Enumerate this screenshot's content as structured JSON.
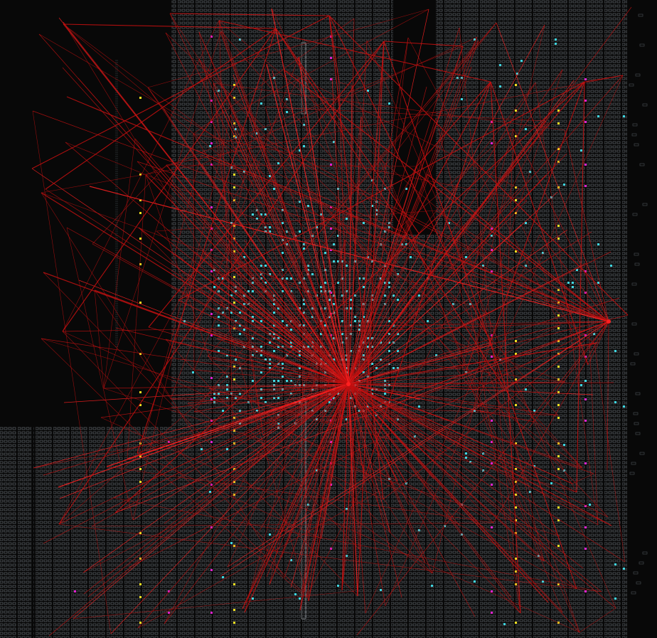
{
  "app": {
    "view": "device",
    "background_color": "#080808"
  },
  "legend": {
    "tile_color": "#6b7177",
    "tile_dim_color": "#4a5056",
    "placed_slice_color": "#3fd6e0",
    "placed_io_color": "#e020d0",
    "placed_bram_color": "#f0e020",
    "net_color": "#c01010",
    "net_highlight_color": "#ff2020",
    "clock_spine_color": "#8a8f94"
  },
  "device": {
    "regions": [
      {
        "name": "upper-fabric",
        "blocked": false
      },
      {
        "name": "lower-fabric",
        "blocked": false
      },
      {
        "name": "unpopulated-region",
        "blocked": true
      }
    ],
    "hub_cells": [
      "routing-hub-center",
      "routing-hub-east"
    ]
  }
}
